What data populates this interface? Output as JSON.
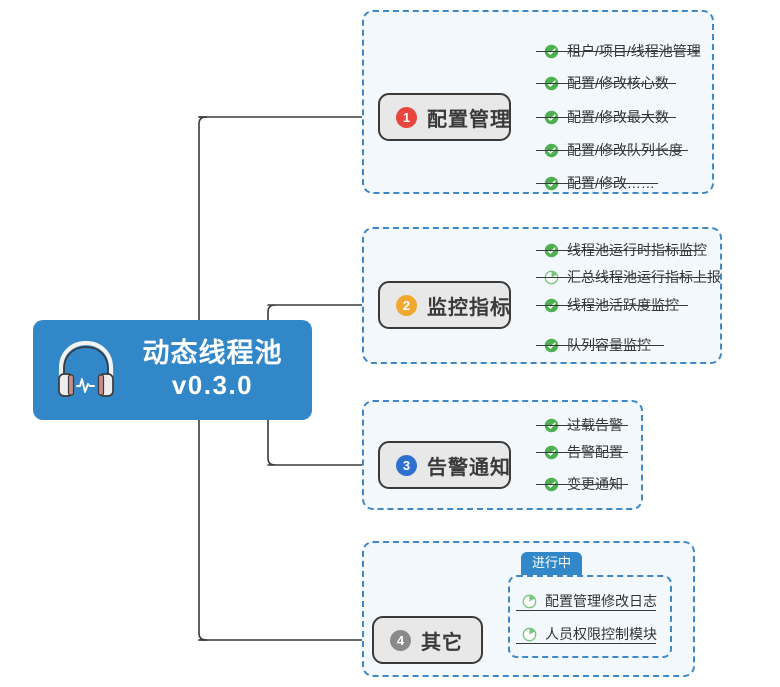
{
  "root": {
    "icon": "headphones-waveform-icon",
    "title": "动态线程池",
    "version": "v0.3.0",
    "color": "#3287c8"
  },
  "legend": {
    "done_icon": "check-circle-icon",
    "in_progress_icon": "pie-progress-icon",
    "done_color": "#4caf50",
    "in_progress_color": "#79c47e"
  },
  "branches": [
    {
      "number": "1",
      "label": "配置管理",
      "badge_color": "#e8453c",
      "items": [
        {
          "label": "租户/项目/线程池管理",
          "status": "done"
        },
        {
          "label": "配置/修改核心数",
          "status": "done"
        },
        {
          "label": "配置/修改最大数",
          "status": "done"
        },
        {
          "label": "配置/修改队列长度",
          "status": "done"
        },
        {
          "label": "配置/修改……",
          "status": "done"
        }
      ]
    },
    {
      "number": "2",
      "label": "监控指标",
      "badge_color": "#f0a830",
      "items": [
        {
          "label": "线程池运行时指标监控",
          "status": "done"
        },
        {
          "label": "汇总线程池运行指标上报",
          "status": "in_progress"
        },
        {
          "label": "线程池活跃度监控",
          "status": "done"
        },
        {
          "label": "队列容量监控",
          "status": "done"
        }
      ]
    },
    {
      "number": "3",
      "label": "告警通知",
      "badge_color": "#2f6fd0",
      "items": [
        {
          "label": "过载告警",
          "status": "done"
        },
        {
          "label": "告警配置",
          "status": "done"
        },
        {
          "label": "变更通知",
          "status": "done"
        }
      ]
    },
    {
      "number": "4",
      "label": "其它",
      "badge_color": "#8a8a8a",
      "tag": "进行中",
      "items": [
        {
          "label": "配置管理修改日志",
          "status": "in_progress"
        },
        {
          "label": "人员权限控制模块",
          "status": "in_progress"
        }
      ]
    }
  ]
}
